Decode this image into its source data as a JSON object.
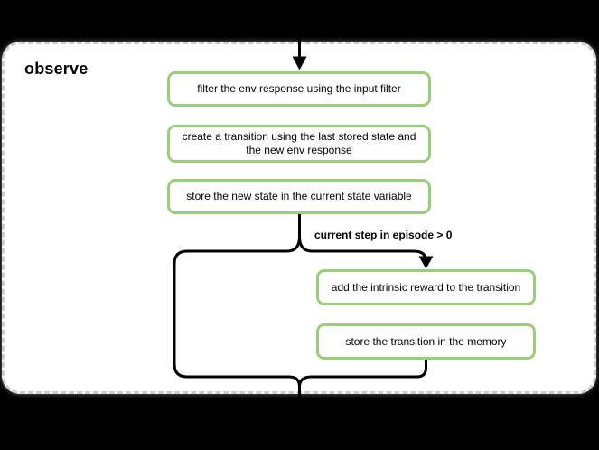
{
  "diagram": {
    "title": "observe",
    "nodes": [
      {
        "id": "filter-env-response",
        "label": "filter the env response using the input filter"
      },
      {
        "id": "create-transition",
        "label": "create a transition using the last stored state and the new env response"
      },
      {
        "id": "store-new-state",
        "label": "store the new state in the current state variable"
      },
      {
        "id": "add-intrinsic-reward",
        "label": "add the intrinsic reward to the transition"
      },
      {
        "id": "store-transition",
        "label": "store the transition in the memory"
      }
    ],
    "condition_label": "current step in episode > 0",
    "colors": {
      "node_border": "#9dcb7d",
      "node_fill": "#ffffff",
      "connector": "#000000",
      "container_border": "#cccccc",
      "container_fill": "#ffffff",
      "background": "#000000",
      "text": "#000000"
    }
  }
}
